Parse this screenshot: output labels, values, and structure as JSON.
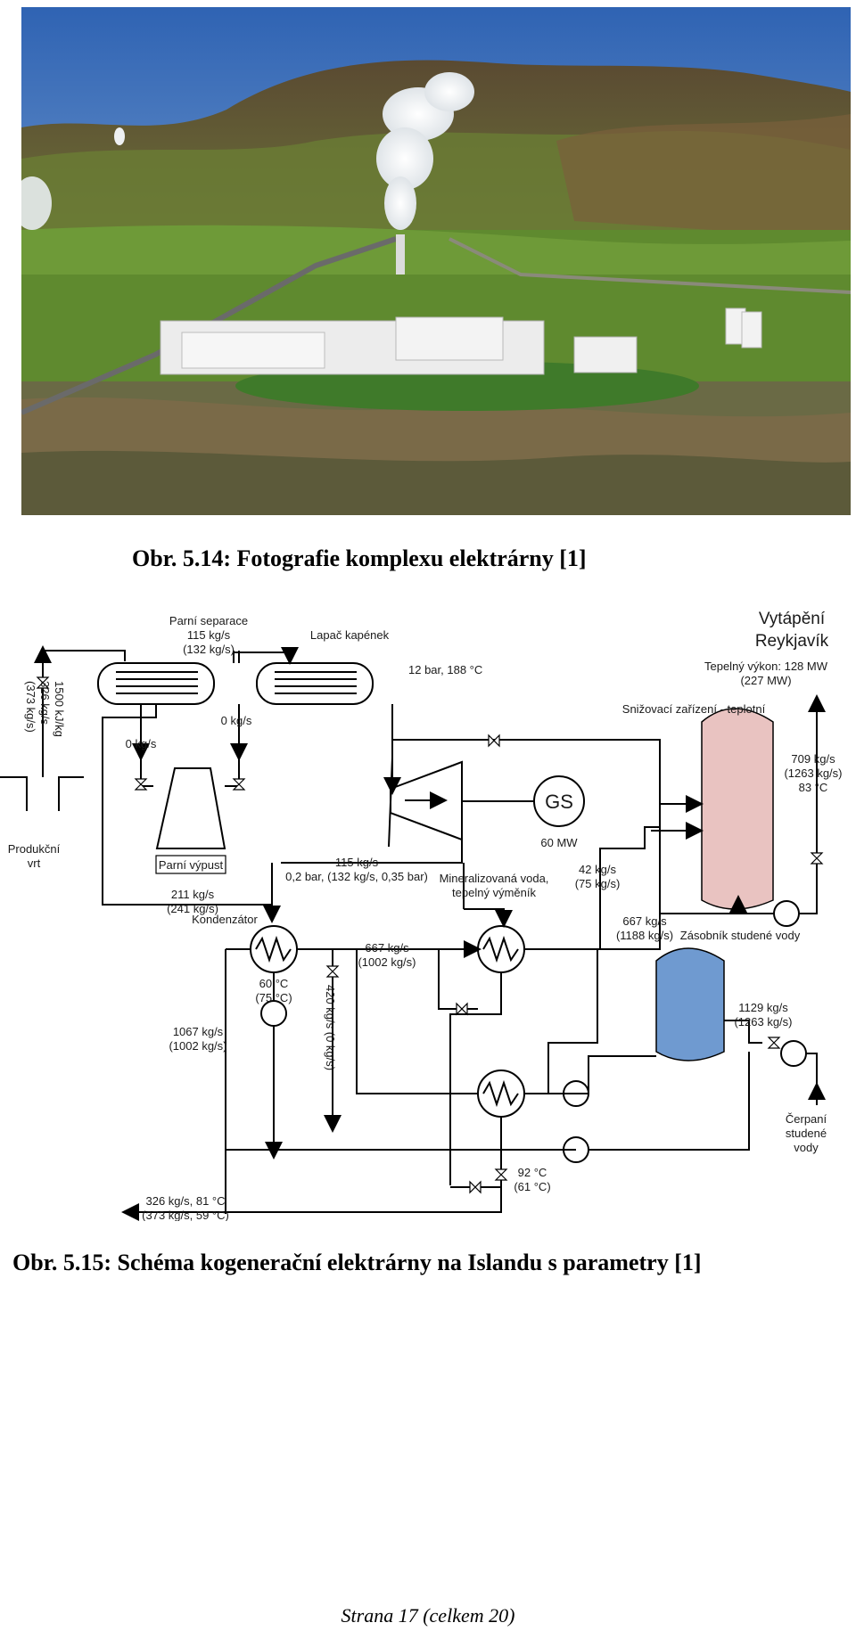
{
  "figure1": {
    "caption": "Obr. 5.14: Fotografie komplexu elektrárny [1]",
    "colors": {
      "sky": "#3f78c4",
      "grass": "#5f8a2f",
      "mountain": "#6b5a3a",
      "steam": "#ffffff",
      "building": "#f2f2f2"
    }
  },
  "figure2": {
    "caption": "Obr. 5.15: Schéma kogenerační elektrárny na Islandu s parametry [1]",
    "labels": {
      "parni_separace": "Parní separace",
      "sep_flow1": "115 kg/s",
      "sep_flow2": "(132 kg/s)",
      "lapac": "Lapač kapének",
      "bar188": "12 bar, 188 °C",
      "vytapeni": "Vytápění",
      "reykjavik": "Reykjavík",
      "tepelny_vykon": "Tepelný výkon: 128 MW",
      "tepelny_vykon2": "(227 MW)",
      "snizovaci": "Snižovací zařízení - teplotní",
      "well1": "1500 kJ/kg",
      "well2": "326 kg/s",
      "well3": "(373 kg/s)",
      "zero1": "0 kg/s",
      "zero2": "0 kg/s",
      "produkcni": "Produkční",
      "vrt": "vrt",
      "parni_vypust": "Parní výpust",
      "gs": "GS",
      "gs_mw": "60 MW",
      "flow709_1": "709 kg/s",
      "flow709_2": "(1263 kg/s)",
      "flow709_3": "83 °C",
      "t115_1": "115 kg/s",
      "t115_2": "0,2 bar, (132 kg/s, 0,35 bar)",
      "mineral1": "Mineralizovaná voda,",
      "mineral2": "tepelný výměník",
      "f42_1": "42 kg/s",
      "f42_2": "(75 kg/s)",
      "f211_1": "211 kg/s",
      "f211_2": "(241 kg/s)",
      "kondenzator": "Kondenzátor",
      "f667a_1": "667 kg/s",
      "f667a_2": "(1188 kg/s)",
      "zasobnik": "Zásobník studené vody",
      "f667b_1": "667 kg/s",
      "f667b_2": "(1002 kg/s)",
      "t60_1": "60 °C",
      "t60_2": "(75 °C)",
      "f420": "420 kg/s (0 kg/s)",
      "f1067_1": "1067 kg/s",
      "f1067_2": "(1002 kg/s)",
      "f1129_1": "1129 kg/s",
      "f1129_2": "(1263 kg/s)",
      "cerpani1": "Čerpaní",
      "cerpani2": "studené",
      "cerpani3": "vody",
      "t92_1": "92 °C",
      "t92_2": "(61 °C)",
      "out1": "326 kg/s, 81 °C",
      "out2": "(373 kg/s, 59 °C)"
    },
    "colors": {
      "hot_tank": "#e9c3c1",
      "cold_tank": "#6f9ad0",
      "line": "#000000"
    }
  },
  "footer": {
    "page_label": "Strana 17 (celkem 20)"
  }
}
